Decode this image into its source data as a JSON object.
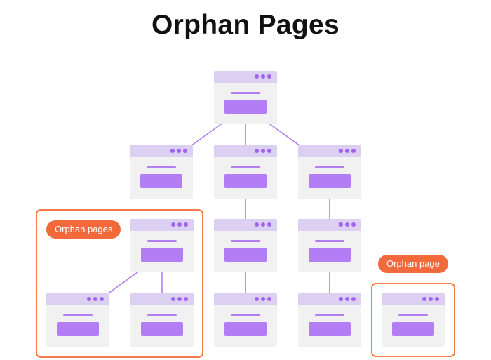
{
  "title": "Orphan Pages",
  "labels": {
    "orphan_group": "Orphan pages",
    "orphan_single": "Orphan page"
  },
  "colors": {
    "accent": "#b37ef5",
    "header_bar": "#dbd0f1",
    "dots": "#a262f1",
    "card_bg": "#f1f1f2",
    "orphan_highlight": "#f26a3b"
  },
  "nodes": [
    {
      "id": "home",
      "group": "site"
    },
    {
      "id": "a",
      "group": "site"
    },
    {
      "id": "b",
      "group": "site"
    },
    {
      "id": "c",
      "group": "site"
    },
    {
      "id": "b2",
      "group": "site"
    },
    {
      "id": "c2",
      "group": "site"
    },
    {
      "id": "b3",
      "group": "site"
    },
    {
      "id": "c3",
      "group": "site"
    },
    {
      "id": "o1",
      "group": "orphan-cluster"
    },
    {
      "id": "o2",
      "group": "orphan-cluster"
    },
    {
      "id": "o3",
      "group": "orphan-cluster"
    },
    {
      "id": "o4",
      "group": "orphan-single"
    }
  ],
  "edges": [
    [
      "home",
      "a"
    ],
    [
      "home",
      "b"
    ],
    [
      "home",
      "c"
    ],
    [
      "b",
      "b2"
    ],
    [
      "b2",
      "b3"
    ],
    [
      "c",
      "c2"
    ],
    [
      "c2",
      "c3"
    ],
    [
      "o1",
      "o2"
    ],
    [
      "o1",
      "o3"
    ]
  ]
}
